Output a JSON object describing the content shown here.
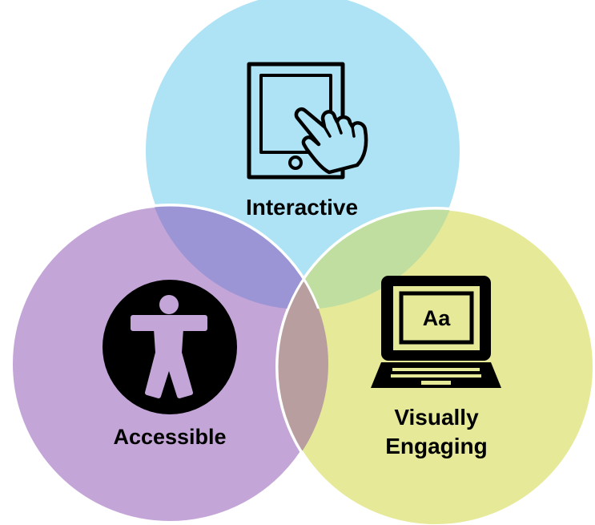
{
  "circles": [
    {
      "id": "interactive",
      "label": "Interactive",
      "icon": "tablet-touch-icon",
      "color": "#ADE3F5"
    },
    {
      "id": "accessible",
      "label": "Accessible",
      "icon": "accessibility-icon",
      "color": "#C3A5D8"
    },
    {
      "id": "visual",
      "label_lines": [
        "Visually",
        "Engaging"
      ],
      "icon": "laptop-icon",
      "color": "#E5E998"
    }
  ],
  "laptop_screen_text": "Aa",
  "overlap_colors": {
    "interactive_accessible": "#9B95D6",
    "interactive_visual": "#BFDE9F",
    "accessible_visual": "#B99EA0"
  }
}
